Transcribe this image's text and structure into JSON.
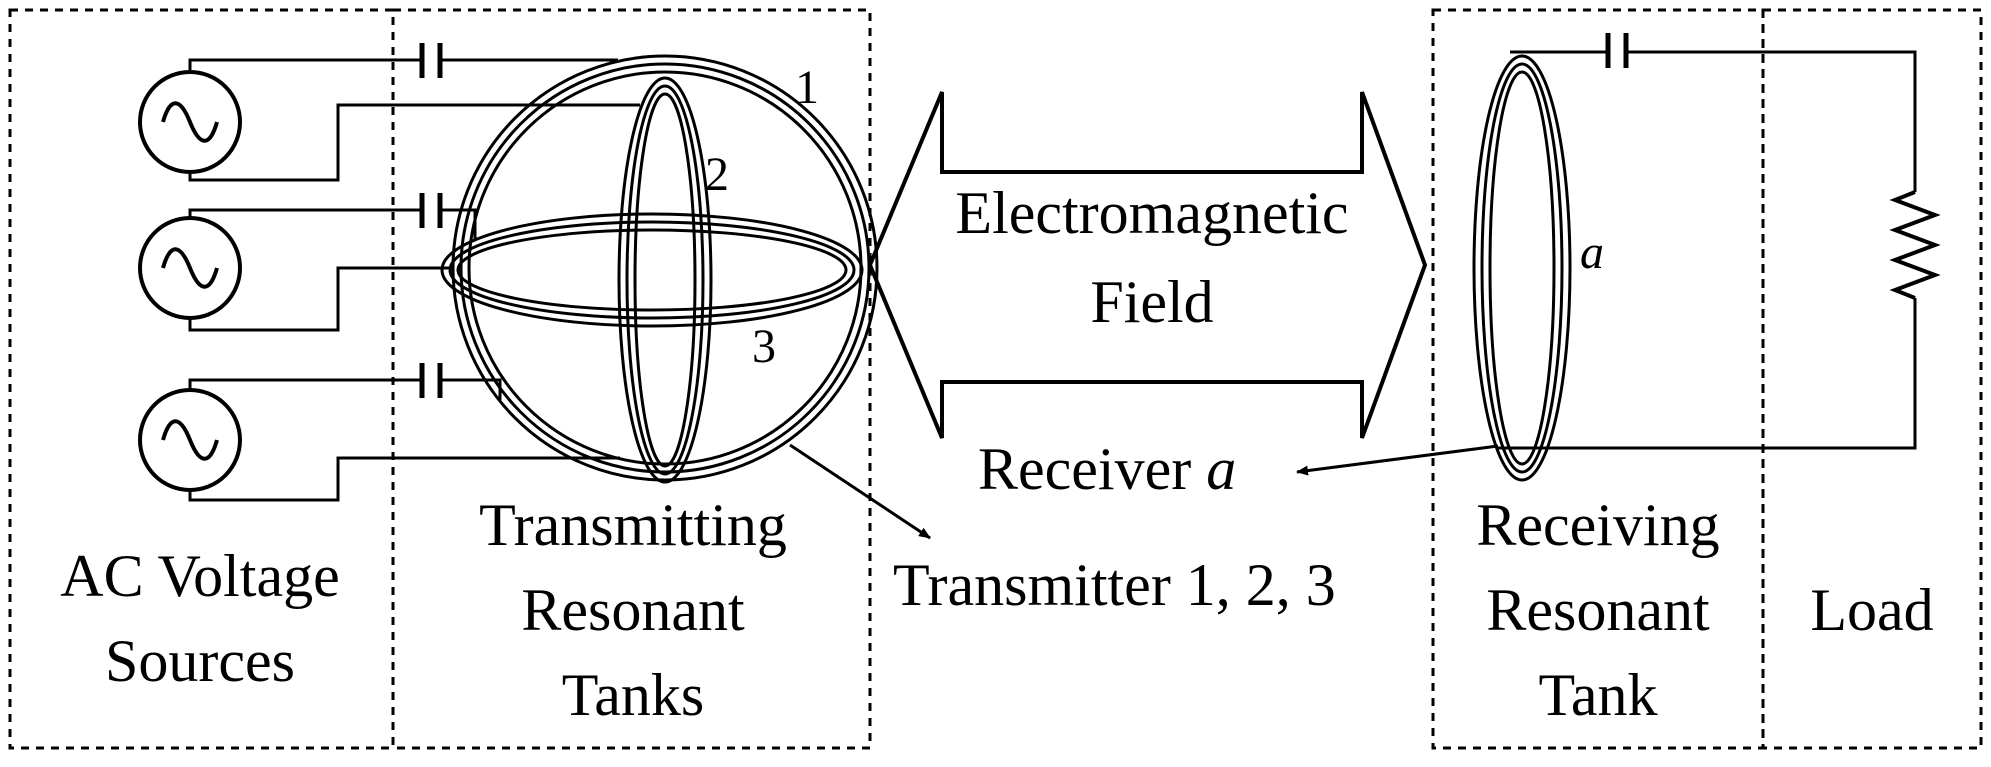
{
  "sections": {
    "sources": [
      "AC Voltage",
      "Sources"
    ],
    "transmitting": [
      "Transmitting",
      "Resonant",
      "Tanks"
    ],
    "receiving": [
      "Receiving",
      "Resonant",
      "Tank"
    ],
    "load": "Load"
  },
  "coil_numbers": [
    "1",
    "2",
    "3"
  ],
  "receiver_coil_letter": "a",
  "field_label": [
    "Electromagnetic",
    "Field"
  ],
  "pointer_labels": {
    "receiver_prefix": "Receiver ",
    "receiver_letter": "a",
    "transmitter": "Transmitter 1, 2, 3"
  },
  "colors": {
    "line": "#000000",
    "background": "#ffffff"
  }
}
